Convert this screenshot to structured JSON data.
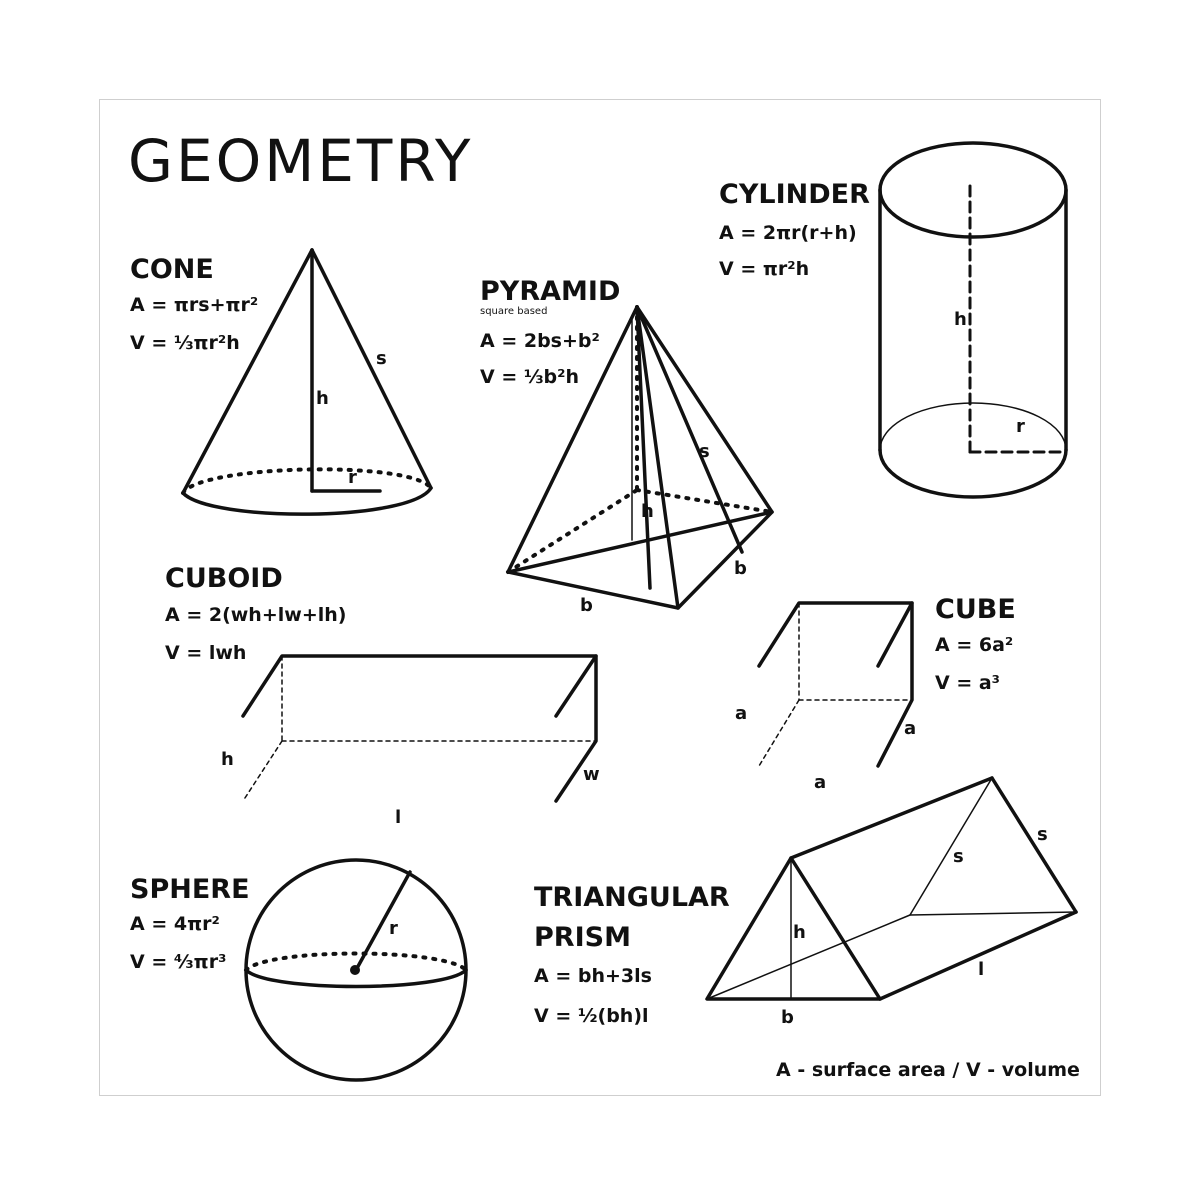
{
  "title": "GEOMETRY",
  "legend": "A - surface area / V - volume",
  "cone": {
    "name": "CONE",
    "area": "A = πrs+πr²",
    "volume": "V = ⅓πr²h",
    "labels": {
      "s": "s",
      "h": "h",
      "r": "r"
    }
  },
  "pyramid": {
    "name": "PYRAMID",
    "subtitle": "square based",
    "area": "A = 2bs+b²",
    "volume": "V = ⅓b²h",
    "labels": {
      "s": "s",
      "h": "h",
      "b1": "b",
      "b2": "b"
    }
  },
  "cylinder": {
    "name": "CYLINDER",
    "area": "A = 2πr(r+h)",
    "volume": "V = πr²h",
    "labels": {
      "h": "h",
      "r": "r"
    }
  },
  "cuboid": {
    "name": "CUBOID",
    "area": "A = 2(wh+lw+lh)",
    "volume": "V = lwh",
    "labels": {
      "h": "h",
      "w": "w",
      "l": "l"
    }
  },
  "cube": {
    "name": "CUBE",
    "area": "A = 6a²",
    "volume": "V = a³",
    "labels": {
      "a1": "a",
      "a2": "a",
      "a3": "a"
    }
  },
  "sphere": {
    "name": "SPHERE",
    "area": "A = 4πr²",
    "volume": "V = ⁴⁄₃πr³",
    "labels": {
      "r": "r"
    }
  },
  "prism": {
    "name_line1": "TRIANGULAR",
    "name_line2": "PRISM",
    "area": "A = bh+3ls",
    "volume": "V = ½(bh)l",
    "labels": {
      "s1": "s",
      "s2": "s",
      "h": "h",
      "b": "b",
      "l": "l"
    }
  }
}
